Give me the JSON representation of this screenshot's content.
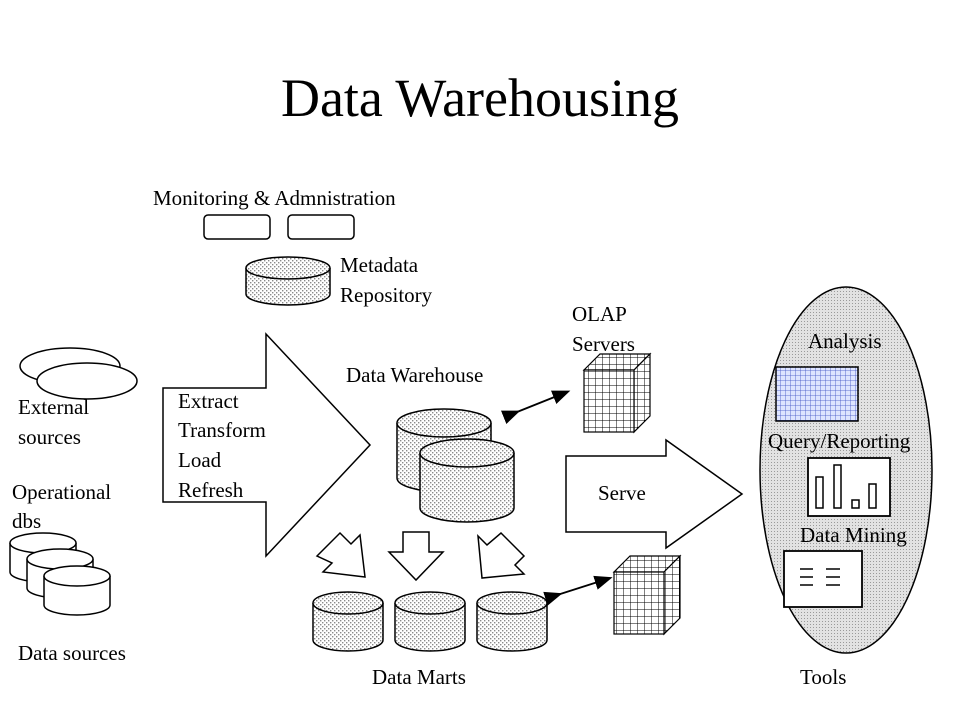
{
  "title": "Data Warehousing",
  "labels": {
    "monitoring": "Monitoring & Admnistration",
    "metadata_line1": "Metadata",
    "metadata_line2": "Repository",
    "olap_line1": "OLAP",
    "olap_line2": "Servers",
    "data_warehouse": "Data Warehouse",
    "external_line1": "External",
    "external_line2": "sources",
    "operational_line1": "Operational",
    "operational_line2": "dbs",
    "data_sources": "Data sources",
    "etl": [
      "Extract",
      "Transform",
      "Load",
      "Refresh"
    ],
    "serve": "Serve",
    "data_marts": "Data Marts",
    "analysis": "Analysis",
    "query_reporting": "Query/Reporting",
    "data_mining": "Data Mining",
    "tools": "Tools"
  }
}
